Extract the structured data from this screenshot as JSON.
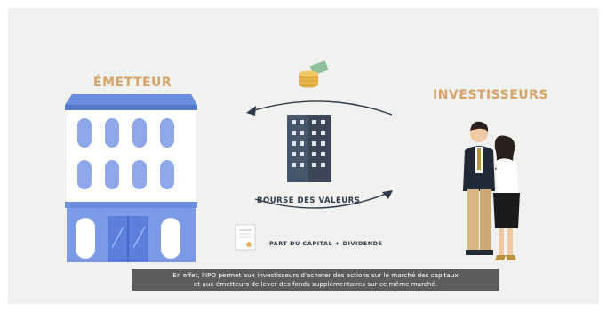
{
  "labels": {
    "issuer": "ÉMETTEUR",
    "investors": "INVESTISSEURS",
    "exchange": "BOURSE DES VALEURS",
    "flow": "PART DU CAPITAL + DIVIDENDE"
  },
  "subtitle": {
    "line1": "En effet, l'IPO permet aux investisseurs d'acheter des actions sur le marché des capitaux",
    "line2": "et aux émetteurs de lever des fonds supplémentaires sur ce même marché."
  },
  "colors": {
    "background": "#f1f1ef",
    "building_blue": "#6b8de0",
    "accent_gold": "#d6a46a",
    "navy": "#2c3a4a"
  },
  "icons": [
    "coins-icon",
    "certificate-icon",
    "stock-exchange-building-icon",
    "issuer-building-icon",
    "investors-couple-icon"
  ]
}
